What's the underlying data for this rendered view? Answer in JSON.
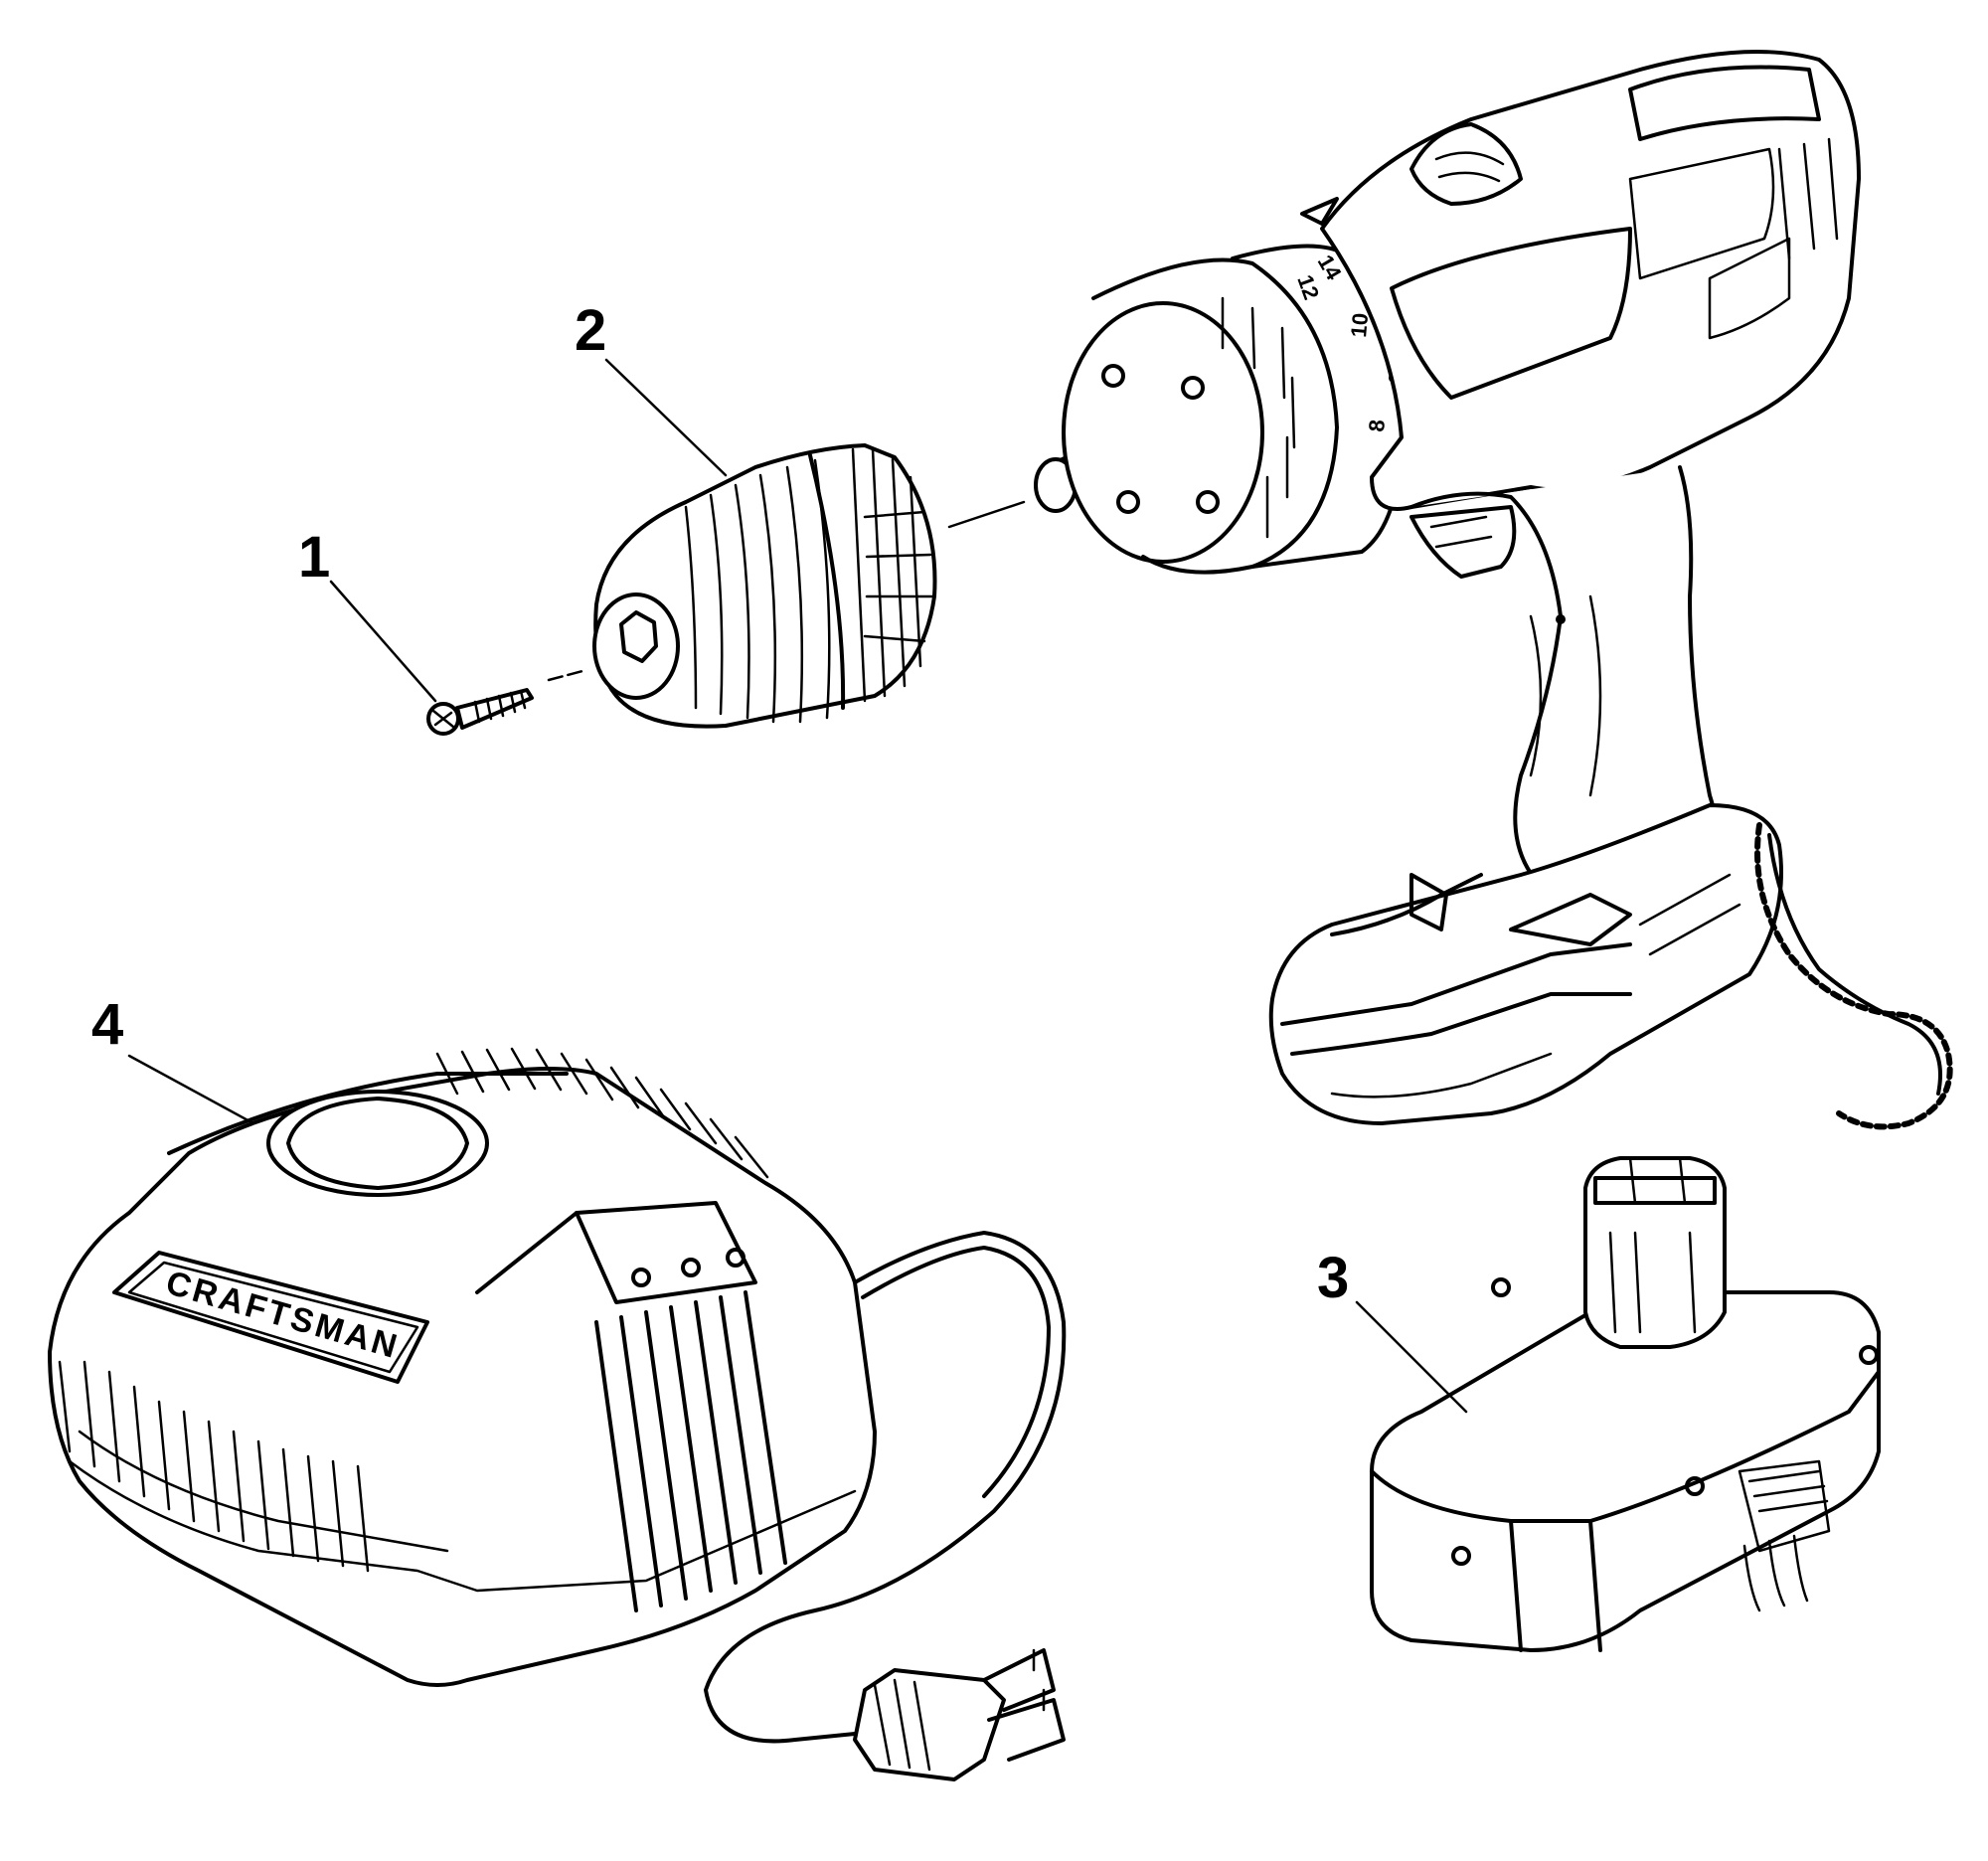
{
  "callouts": {
    "screw": "1",
    "chuck": "2",
    "battery": "3",
    "charger": "4"
  },
  "drill": {
    "clutch_numbers": [
      "8",
      "10",
      "12",
      "14"
    ]
  },
  "charger": {
    "brand": "CRAFTSMAN"
  }
}
